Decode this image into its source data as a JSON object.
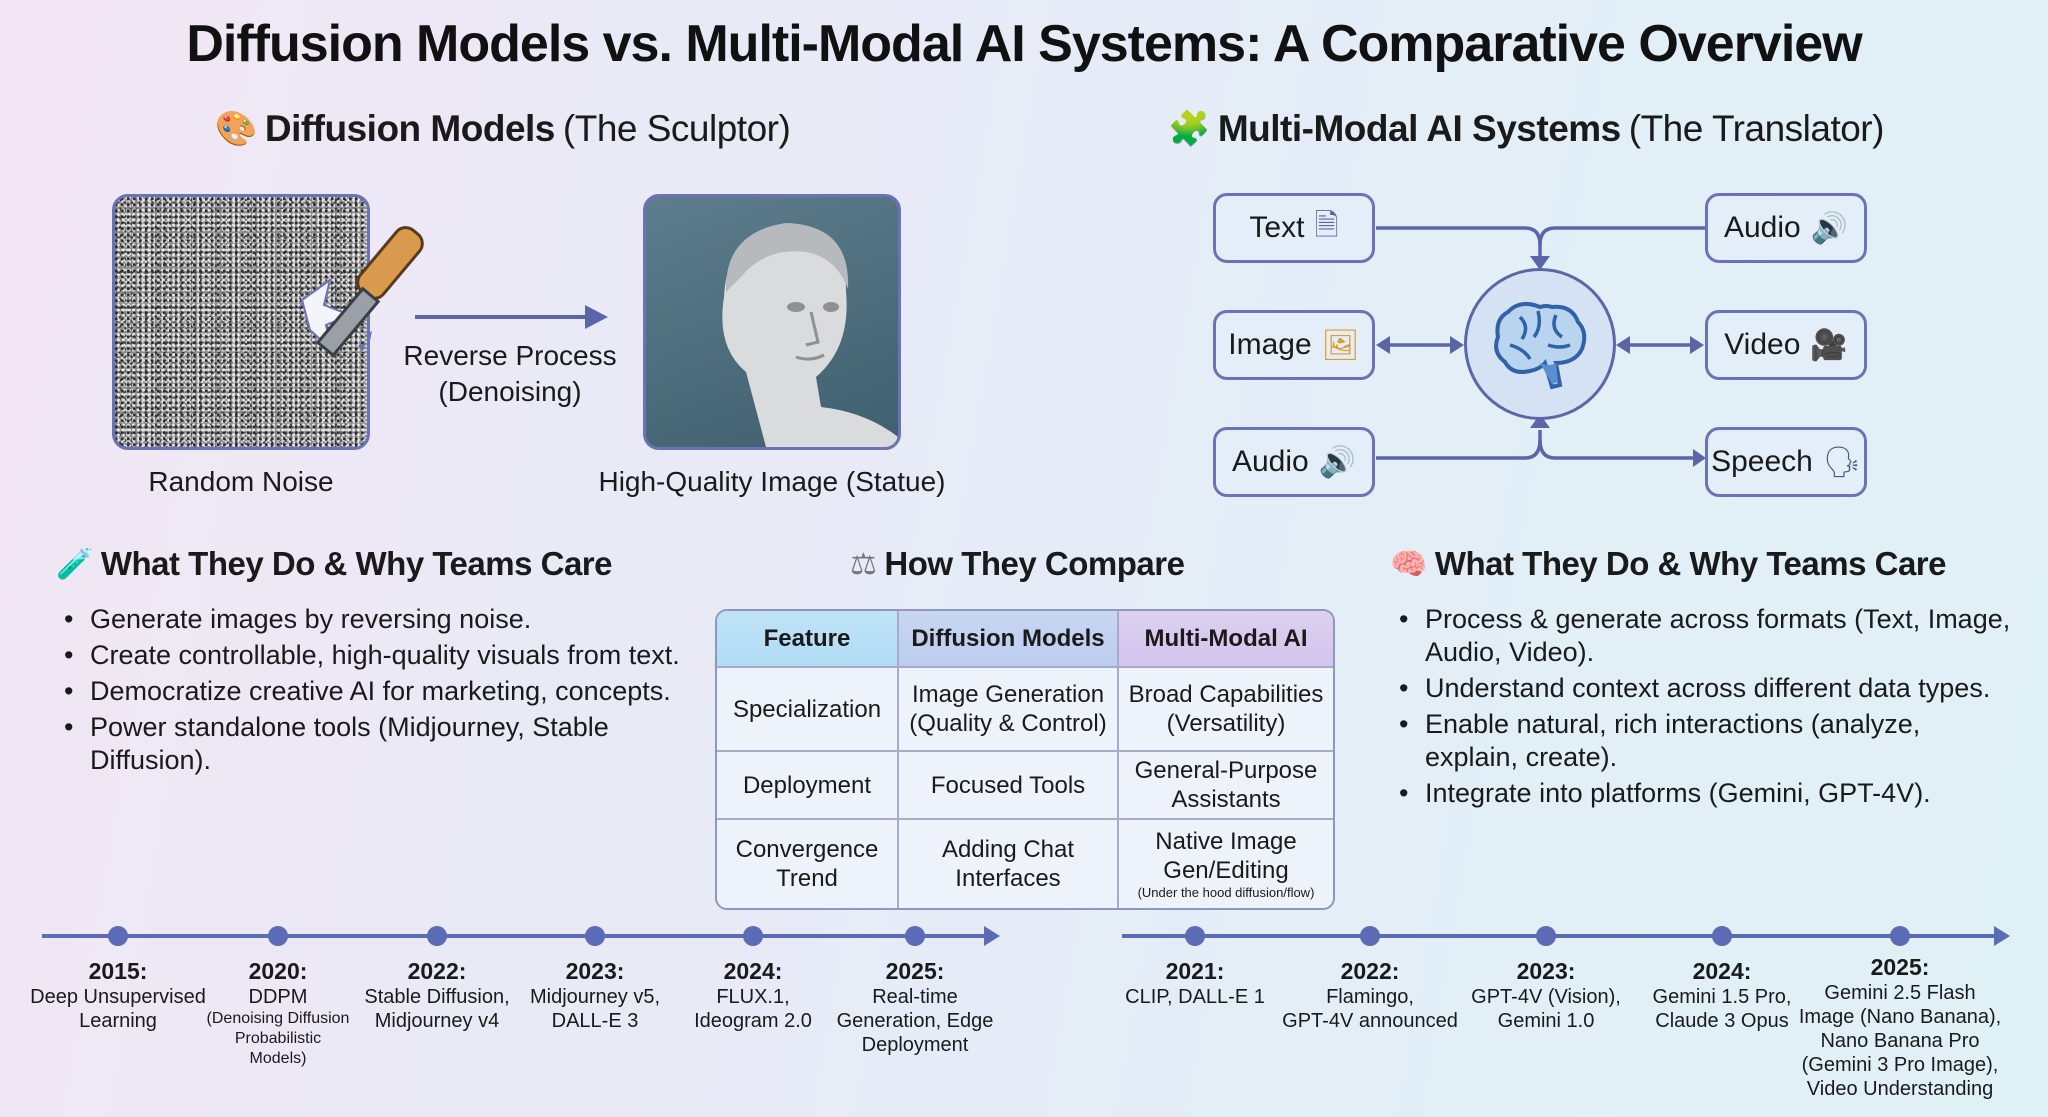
{
  "title": "Diffusion Models vs. Multi-Modal AI Systems: A Comparative Overview",
  "diffusion": {
    "icon": "palette-icon",
    "heading": "Diffusion Models",
    "subheading": "(The Sculptor)",
    "noise_caption": "Random Noise",
    "process_line1": "Reverse Process",
    "process_line2": "(Denoising)",
    "image_caption": "High-Quality Image (Statue)"
  },
  "multimodal": {
    "icon": "puzzle-piece-icon",
    "heading": "Multi-Modal AI Systems",
    "subheading": "(The Translator)",
    "nodes": [
      {
        "label": "Text",
        "icon": "document-icon",
        "glyph": "🗎"
      },
      {
        "label": "Image",
        "icon": "picture-icon",
        "glyph": "🖼"
      },
      {
        "label": "Audio",
        "icon": "speaker-icon",
        "glyph": "🔊"
      },
      {
        "label": "Audio",
        "icon": "speaker-icon",
        "glyph": "🔊"
      },
      {
        "label": "Video",
        "icon": "movie-camera-icon",
        "glyph": "🎥"
      },
      {
        "label": "Speech",
        "icon": "speaking-head-icon",
        "glyph": "🗣"
      }
    ],
    "center_icon": "brain-icon"
  },
  "left_panel": {
    "icon": "test-tube-icon",
    "heading": "What They Do & Why Teams Care",
    "bullets": [
      "Generate images by reversing noise.",
      "Create controllable, high-quality visuals from text.",
      "Democratize creative AI for marketing, concepts.",
      "Power standalone tools (Midjourney, Stable Diffusion)."
    ]
  },
  "compare": {
    "icon": "balance-scale-icon",
    "heading": "How They Compare",
    "headers": [
      "Feature",
      "Diffusion Models",
      "Multi-Modal AI"
    ],
    "rows": [
      {
        "feature": "Specialization",
        "diffusion": "Image Generation (Quality & Control)",
        "multimodal": "Broad Capabilities (Versatility)",
        "note": ""
      },
      {
        "feature": "Deployment",
        "diffusion": "Focused Tools",
        "multimodal": "General-Purpose Assistants",
        "note": ""
      },
      {
        "feature": "Convergence Trend",
        "diffusion": "Adding Chat Interfaces",
        "multimodal": "Native Image Gen/Editing",
        "note": "(Under the hood diffusion/flow)"
      }
    ]
  },
  "right_panel": {
    "icon": "brain-icon",
    "heading": "What They Do & Why Teams Care",
    "bullets": [
      "Process & generate across formats (Text, Image, Audio, Video).",
      "Understand context across different data types.",
      "Enable natural, rich interactions (analyze, explain, create).",
      "Integrate into platforms (Gemini, GPT-4V)."
    ]
  },
  "timeline_diffusion": [
    {
      "year": "2015:",
      "lines": [
        "Deep Unsupervised",
        "Learning"
      ],
      "small": []
    },
    {
      "year": "2020:",
      "lines": [
        "DDPM"
      ],
      "small": [
        "(Denoising Diffusion",
        "Probabilistic",
        "Models)"
      ]
    },
    {
      "year": "2022:",
      "lines": [
        "Stable Diffusion,",
        "Midjourney v4"
      ],
      "small": []
    },
    {
      "year": "2023:",
      "lines": [
        "Midjourney v5,",
        "DALL-E 3"
      ],
      "small": []
    },
    {
      "year": "2024:",
      "lines": [
        "FLUX.1,",
        "Ideogram 2.0"
      ],
      "small": []
    },
    {
      "year": "2025:",
      "lines": [
        "Real-time",
        "Generation, Edge",
        "Deployment"
      ],
      "small": []
    }
  ],
  "timeline_multimodal": [
    {
      "year": "2021:",
      "lines": [
        "CLIP, DALL-E 1"
      ]
    },
    {
      "year": "2022:",
      "lines": [
        "Flamingo,",
        "GPT-4V announced"
      ]
    },
    {
      "year": "2023:",
      "lines": [
        "GPT-4V (Vision),",
        "Gemini 1.0"
      ]
    },
    {
      "year": "2024:",
      "lines": [
        "Gemini 1.5 Pro,",
        "Claude 3 Opus"
      ]
    },
    {
      "year": "2025:",
      "lines": [
        "Gemini 2.5 Flash",
        "Image (Nano Banana),",
        "Nano Banana Pro",
        "(Gemini 3 Pro Image),",
        "Video Understanding"
      ]
    }
  ],
  "colors": {
    "accent": "#5b66aa",
    "node_border": "#6a72b8",
    "timeline": "#5b6bb5"
  }
}
